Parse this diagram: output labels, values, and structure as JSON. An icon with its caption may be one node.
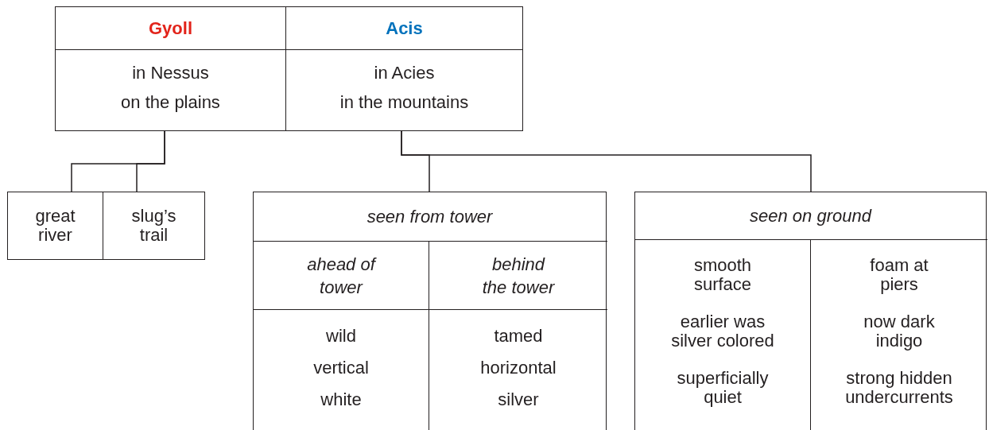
{
  "diagram": {
    "nodes": [
      {
        "text": [
          "Gyoll",
          "in Nessus",
          "on the plains"
        ]
      },
      {
        "text": [
          "Acis",
          "in Acies",
          "in the mountains"
        ]
      },
      {
        "text": [
          "great river"
        ]
      },
      {
        "text": [
          "slug’s trail"
        ]
      },
      {
        "text": [
          "seen from tower"
        ]
      },
      {
        "text": [
          "ahead of tower",
          "wild",
          "vertical",
          "white"
        ],
        "in": 4
      },
      {
        "text": [
          "behind the tower",
          "tamed",
          "horizontal",
          "silver"
        ],
        "in": 4
      },
      {
        "text": [
          "seen on ground"
        ]
      },
      {
        "text": [
          "smooth surface",
          "earlier was silver colored",
          "superficially quiet"
        ],
        "in": 7
      },
      {
        "text": [
          "foam at piers",
          "now dark indigo",
          "strong hidden undercurrents"
        ],
        "in": 7
      }
    ],
    "edges": [
      {
        "from": 0,
        "to": 2,
        "arrow": "none"
      },
      {
        "from": 0,
        "to": 3,
        "arrow": "none"
      },
      {
        "from": 1,
        "to": 4,
        "arrow": "none"
      },
      {
        "from": 1,
        "to": 7,
        "arrow": "none"
      }
    ]
  }
}
